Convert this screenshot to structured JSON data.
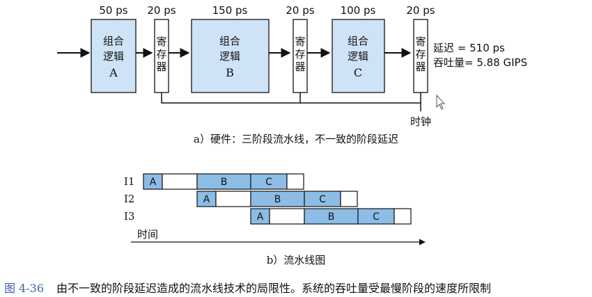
{
  "hardware": {
    "stages": [
      {
        "latency": "50 ps",
        "line1": "组合",
        "line2": "逻辑",
        "name": "A"
      },
      {
        "latency": "150 ps",
        "line1": "组合",
        "line2": "逻辑",
        "name": "B"
      },
      {
        "latency": "100 ps",
        "line1": "组合",
        "line2": "逻辑",
        "name": "C"
      }
    ],
    "register": {
      "latency": "20 ps",
      "chars": [
        "寄",
        "存",
        "器"
      ]
    },
    "delay_text": "延迟 = 510 ps",
    "throughput_text": "吞吐量= 5.88 GIPS",
    "clock_label": "时钟",
    "caption": "a）硬件：三阶段流水线，不一致的阶段延迟"
  },
  "pipeline": {
    "rows": [
      {
        "label": "I1",
        "cells": [
          "A",
          "",
          "B",
          "C",
          ""
        ]
      },
      {
        "label": "I2",
        "cells": [
          "A",
          "",
          "B",
          "C",
          ""
        ]
      },
      {
        "label": "I3",
        "cells": [
          "A",
          "",
          "B",
          "C",
          ""
        ]
      }
    ],
    "time_label": "时间",
    "caption": "b）流水线图"
  },
  "figure": {
    "number": "图 4-36",
    "text": "由不一致的阶段延迟造成的流水线技术的局限性。系统的吞吐量受最慢阶段的速度所限制"
  },
  "colors": {
    "block_fill": "#cfe3f6",
    "cell_fill": "#8dbde6",
    "caption_blue": "#3a64a8"
  }
}
